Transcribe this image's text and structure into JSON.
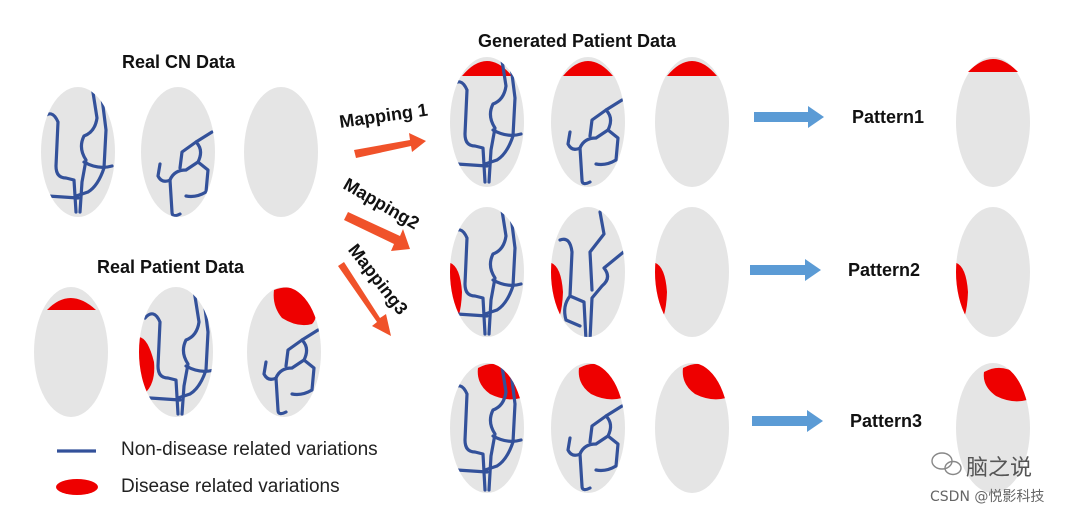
{
  "titles": {
    "real_cn": "Real CN Data",
    "real_patient": "Real Patient Data",
    "generated": "Generated Patient Data"
  },
  "mappings": [
    "Mapping 1",
    "Mapping2",
    "Mapping3"
  ],
  "patterns": [
    "Pattern1",
    "Pattern2",
    "Pattern3"
  ],
  "legend": {
    "line": "Non-disease related variations",
    "blob": "Disease related variations"
  },
  "watermark": {
    "account": "脑之说",
    "source": "CSDN @悦影科技"
  },
  "colors": {
    "oval": "#e5e5e5",
    "vessel": "#33519a",
    "disease": "#ee0000",
    "mapping_arrow": "#f0522a",
    "pattern_arrow": "#5b9bd5",
    "text": "#111111"
  }
}
